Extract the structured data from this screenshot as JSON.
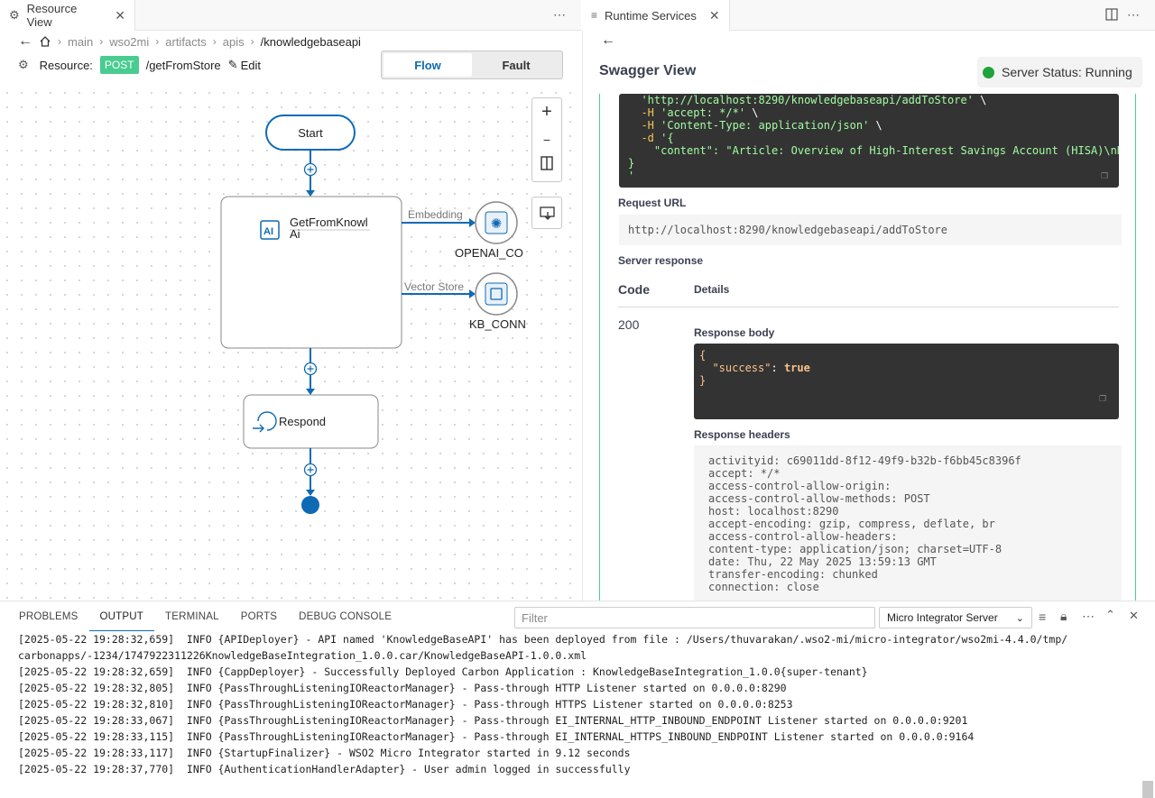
{
  "left_tab": {
    "title": "Resource View"
  },
  "breadcrumb": [
    "main",
    "wso2mi",
    "artifacts",
    "apis",
    "/knowledgebaseapi"
  ],
  "resource": {
    "label": "Resource:",
    "method": "POST",
    "path": "/getFromStore",
    "edit_label": "Edit"
  },
  "view_toggle": {
    "flow": "Flow",
    "fault": "Fault"
  },
  "diagram": {
    "start": "Start",
    "ai_node": {
      "title": "GetFromKnowl",
      "subtitle": "Ai"
    },
    "embedding_label": "Embedding",
    "vector_store_label": "Vector Store",
    "openai_label": "OPENAI_CO",
    "kb_label": "KB_CONN",
    "respond": "Respond",
    "zoom_in": "+",
    "zoom_out": "−"
  },
  "right_tab": {
    "title": "Runtime Services"
  },
  "swagger": {
    "title": "Swagger View",
    "server_status": "Server Status: Running",
    "curl_lines": [
      {
        "pre": "  ",
        "flag": "",
        "str": "'http://localhost:8290/knowledgebaseapi/addToStore'",
        "post": " \\"
      },
      {
        "pre": "  ",
        "flag": "-H",
        "str": " 'accept: */*'",
        "post": " \\"
      },
      {
        "pre": "  ",
        "flag": "-H",
        "str": " 'Content-Type: application/json'",
        "post": " \\"
      },
      {
        "pre": "  ",
        "flag": "-d",
        "str": " '{",
        "post": ""
      },
      {
        "pre": "    ",
        "flag": "",
        "str": "\"content\": \"Article: Overview of High-Interest Savings Account (HISA)\\nD",
        "post": ""
      },
      {
        "pre": "",
        "flag": "",
        "str": "}",
        "post": ""
      },
      {
        "pre": "",
        "flag": "",
        "str": "'",
        "post": ""
      }
    ],
    "request_url_label": "Request URL",
    "request_url": "http://localhost:8290/knowledgebaseapi/addToStore",
    "server_response_label": "Server response",
    "code_header": "Code",
    "details_header": "Details",
    "code": "200",
    "response_body_label": "Response body",
    "response_body": {
      "open": "{",
      "key": "\"success\"",
      "colon": ": ",
      "value": "true",
      "close": "}"
    },
    "response_headers_label": "Response headers",
    "response_headers": [
      "activityid: c69011dd-8f12-49f9-b32b-f6bb45c8396f",
      "accept: */*",
      "access-control-allow-origin: ",
      "access-control-allow-methods: POST",
      "host: localhost:8290",
      "accept-encoding: gzip, compress, deflate, br",
      "access-control-allow-headers: ",
      "content-type: application/json; charset=UTF-8",
      "date: Thu, 22 May 2025 13:59:13 GMT",
      "transfer-encoding: chunked",
      "connection: close"
    ]
  },
  "panel": {
    "tabs": [
      "PROBLEMS",
      "OUTPUT",
      "TERMINAL",
      "PORTS",
      "DEBUG CONSOLE"
    ],
    "filter_placeholder": "Filter",
    "server_select": "Micro Integrator Server",
    "log_lines": [
      "[2025-05-22 19:28:32,659]  INFO {APIDeployer} - API named 'KnowledgeBaseAPI' has been deployed from file : /Users/thuvarakan/.wso2-mi/micro-integrator/wso2mi-4.4.0/tmp/",
      "carbonapps/-1234/1747922311226KnowledgeBaseIntegration_1.0.0.car/KnowledgeBaseAPI-1.0.0.xml",
      "[2025-05-22 19:28:32,659]  INFO {CappDeployer} - Successfully Deployed Carbon Application : KnowledgeBaseIntegration_1.0.0{super-tenant}",
      "[2025-05-22 19:28:32,805]  INFO {PassThroughListeningIOReactorManager} - Pass-through HTTP Listener started on 0.0.0.0:8290",
      "[2025-05-22 19:28:32,810]  INFO {PassThroughListeningIOReactorManager} - Pass-through HTTPS Listener started on 0.0.0.0:8253",
      "[2025-05-22 19:28:33,067]  INFO {PassThroughListeningIOReactorManager} - Pass-through EI_INTERNAL_HTTP_INBOUND_ENDPOINT Listener started on 0.0.0.0:9201",
      "[2025-05-22 19:28:33,115]  INFO {PassThroughListeningIOReactorManager} - Pass-through EI_INTERNAL_HTTPS_INBOUND_ENDPOINT Listener started on 0.0.0.0:9164",
      "[2025-05-22 19:28:33,117]  INFO {StartupFinalizer} - WSO2 Micro Integrator started in 9.12 seconds",
      "[2025-05-22 19:28:37,770]  INFO {AuthenticationHandlerAdapter} - User admin logged in successfully"
    ]
  }
}
